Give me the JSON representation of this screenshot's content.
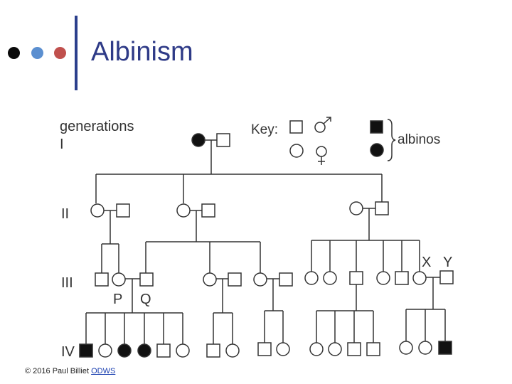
{
  "header": {
    "title": "Albinism",
    "dot_colors": [
      "#0a0a0a",
      "#5b8fd0",
      "#c0504d"
    ],
    "bar_color": "#2b3f8c",
    "title_color": "#2e3a87"
  },
  "pedigree": {
    "generations_label": "generations",
    "generation_numerals": [
      "I",
      "II",
      "III",
      "IV"
    ],
    "key_label": "Key:",
    "key_symbols": [
      "male-square",
      "male-symbol",
      "female-circle",
      "female-symbol"
    ],
    "albinos_label": "albinos",
    "individual_labels": {
      "P": "P",
      "Q": "Q",
      "X": "X",
      "Y": "Y"
    },
    "affected_color": "#111111",
    "unaffected_color": "#ffffff"
  },
  "footer": {
    "copyright": "© 2016 Paul Billiet",
    "link": "ODWS"
  }
}
